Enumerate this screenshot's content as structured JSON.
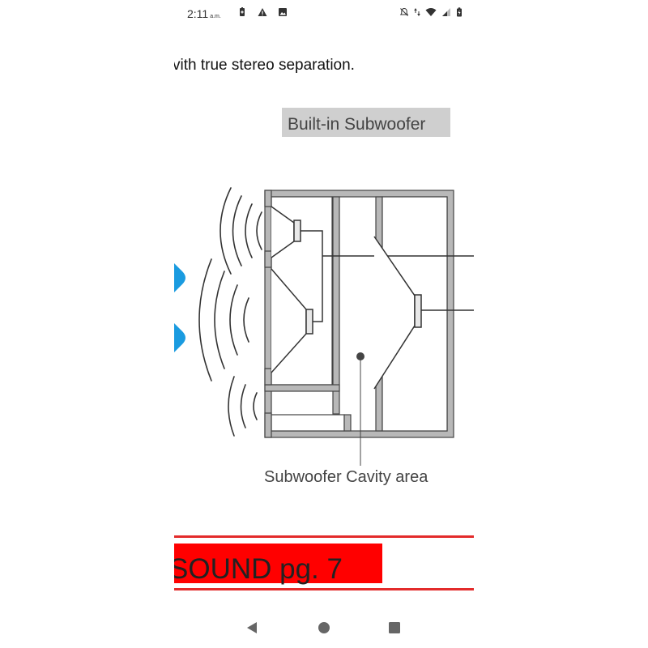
{
  "status_bar": {
    "time": "2:11",
    "ampm": "a.m.",
    "left_icons": [
      "battery-saver-icon",
      "warning-icon",
      "image-icon"
    ],
    "right_icons": [
      "mute-icon",
      "data-arrows-icon",
      "wifi-icon",
      "signal-icon",
      "battery-icon"
    ]
  },
  "page": {
    "text_line": "vith true stereo separation.",
    "diagram": {
      "title": "Built-in Subwoofer",
      "caption": "Subwoofer Cavity area"
    },
    "footer_text": "SOUND pg. 7"
  },
  "colors": {
    "accent_red": "#ff0000",
    "rule_red": "#e32b2b",
    "scroll_handle_blue": "#1a9be0",
    "diagram_gray": "#b8b8b8"
  },
  "nav_bar": {
    "icons": [
      "back-icon",
      "home-icon",
      "recents-icon"
    ]
  }
}
